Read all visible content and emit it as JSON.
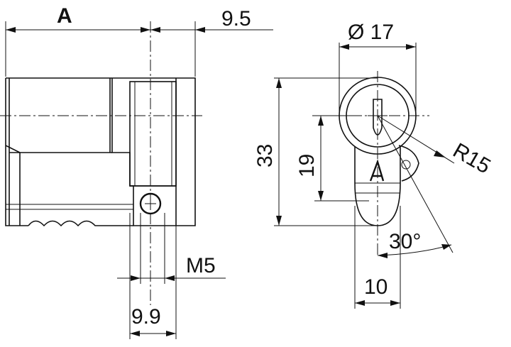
{
  "dimensions": {
    "length_a": "A",
    "cam_offset": "9.5",
    "diameter": "Ø 17",
    "height": "33",
    "center_height": "19",
    "radius": "R15",
    "angle": "30°",
    "cam_width": "10",
    "screw_thread": "M5",
    "screw_offset": "9.9"
  }
}
